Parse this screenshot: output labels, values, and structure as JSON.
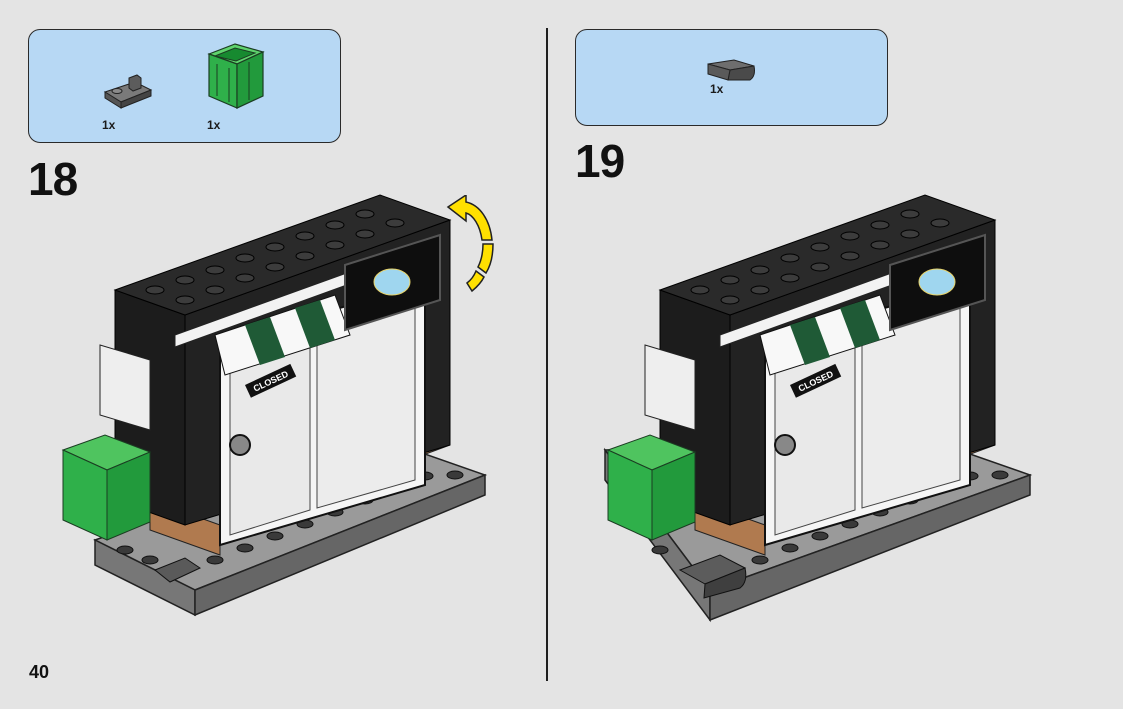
{
  "page": {
    "number": "40"
  },
  "steps": [
    {
      "number": "18",
      "parts": [
        {
          "icon": "dark-gray-plate-with-clip-icon",
          "qty": "1x",
          "color": "#6b6b6b"
        },
        {
          "icon": "green-crate-icon",
          "qty": "1x",
          "color": "#2fb04a"
        }
      ],
      "model": {
        "sign_text": "CLOSED",
        "rotate_arrow_color": "#ffe000"
      }
    },
    {
      "number": "19",
      "parts": [
        {
          "icon": "dark-gray-curved-slope-icon",
          "qty": "1x",
          "color": "#5a5a5a"
        }
      ],
      "model": {
        "sign_text": "CLOSED"
      }
    }
  ],
  "colors": {
    "background": "#e4e4e4",
    "parts_box": "#b7d8f4",
    "brick_black": "#1c1c1c",
    "brick_tan": "#b07a4f",
    "awning_green": "#1f5a36",
    "crate_green": "#2fb04a",
    "base_gray": "#8a8a8a"
  }
}
